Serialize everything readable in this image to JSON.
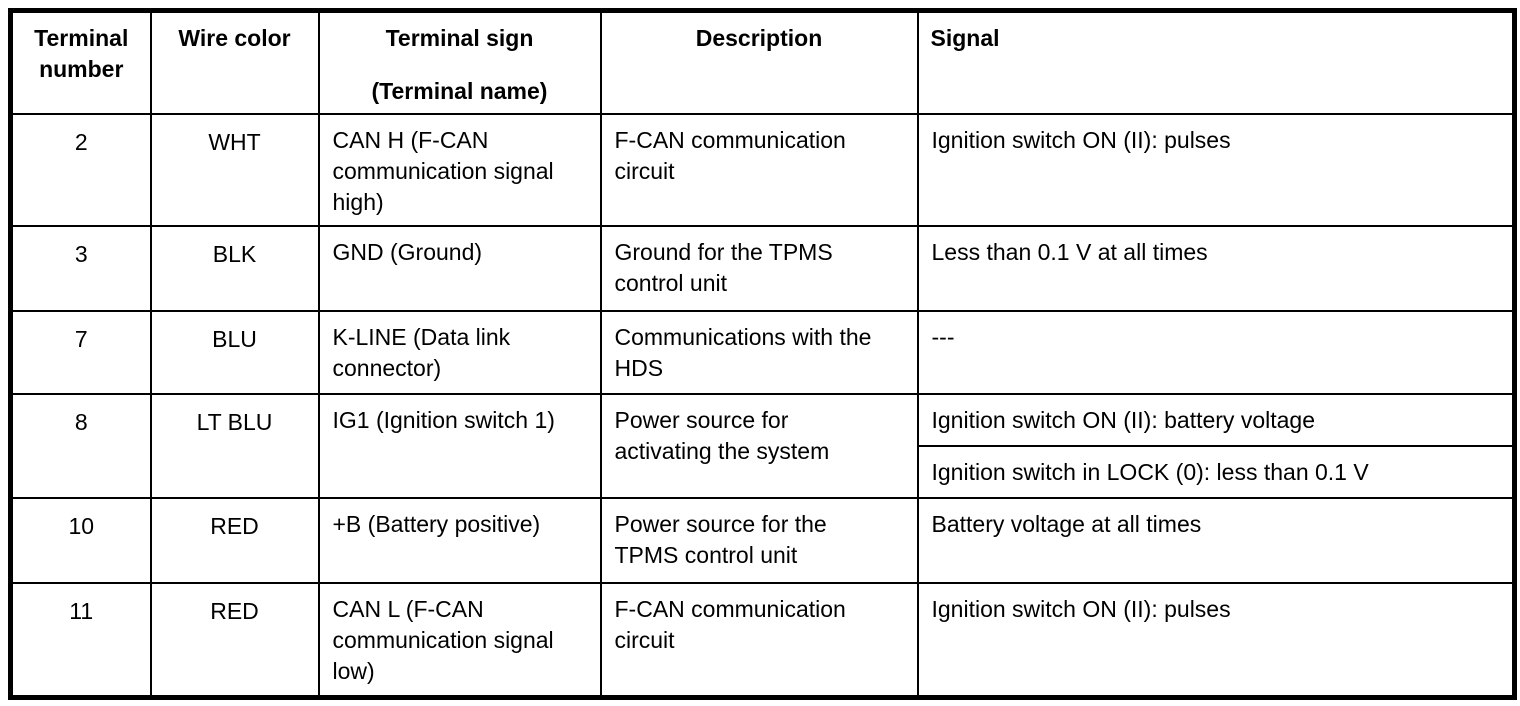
{
  "table": {
    "headers": {
      "terminal_number": "Terminal number",
      "wire_color": "Wire color",
      "terminal_sign": "Terminal sign",
      "terminal_name": "(Terminal name)",
      "description": "Description",
      "signal": "Signal"
    },
    "rows": [
      {
        "terminal_number": "2",
        "wire_color": "WHT",
        "terminal_sign": "CAN H (F-CAN communication signal high)",
        "description": "F-CAN communication circuit",
        "signals": [
          "Ignition switch ON (II): pulses"
        ]
      },
      {
        "terminal_number": "3",
        "wire_color": "BLK",
        "terminal_sign": "GND (Ground)",
        "description": "Ground for the TPMS control unit",
        "signals": [
          "Less than 0.1 V at all times"
        ]
      },
      {
        "terminal_number": "7",
        "wire_color": "BLU",
        "terminal_sign": "K-LINE (Data link connector)",
        "description": "Communications with the HDS",
        "signals": [
          "---"
        ]
      },
      {
        "terminal_number": "8",
        "wire_color": "LT BLU",
        "terminal_sign": "IG1 (Ignition switch 1)",
        "description": "Power source for activating the system",
        "signals": [
          "Ignition switch ON (II): battery voltage",
          "Ignition switch in LOCK (0): less than 0.1 V"
        ]
      },
      {
        "terminal_number": "10",
        "wire_color": "RED",
        "terminal_sign": "+B (Battery positive)",
        "description": "Power source for the TPMS control unit",
        "signals": [
          "Battery voltage at all times"
        ]
      },
      {
        "terminal_number": "11",
        "wire_color": "RED",
        "terminal_sign": "CAN L (F-CAN communication signal low)",
        "description": "F-CAN communication circuit",
        "signals": [
          "Ignition switch ON (II): pulses"
        ]
      }
    ],
    "colors": {
      "border": "#000000",
      "background": "#ffffff",
      "text": "#000000"
    }
  }
}
